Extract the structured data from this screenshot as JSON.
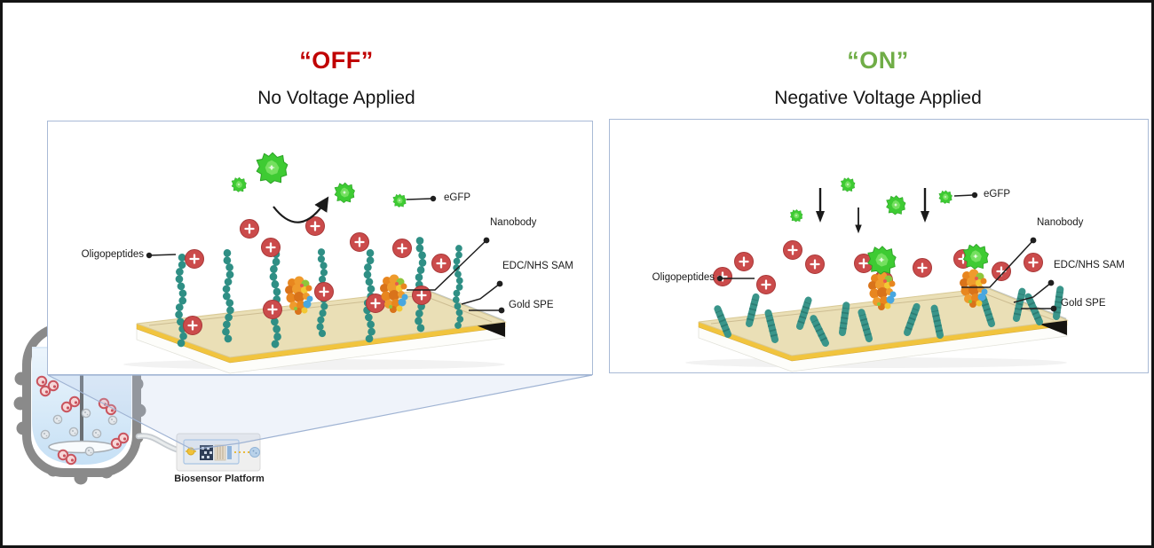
{
  "figure": {
    "states": {
      "off": {
        "title": "“OFF”",
        "subtitle": "No Voltage Applied",
        "title_color": "#C00000"
      },
      "on": {
        "title": "“ON”",
        "subtitle": "Negative Voltage Applied",
        "title_color": "#70AD47"
      }
    },
    "panel_labels": {
      "oligopeptides": "Oligopeptides",
      "egfp": "eGFP",
      "nanobody": "Nanobody",
      "edc_nhs_sam": "EDC/NHS SAM",
      "gold_spe": "Gold SPE"
    },
    "bioreactor": {
      "platform_label": "Biosensor Platform"
    },
    "colors": {
      "off_red": "#C00000",
      "on_green": "#70AD47",
      "egfp_green": "#3ECB33",
      "peptide_teal": "#2F8F85",
      "ion_red": "#CB4B4B",
      "gold_stripe": "#F1C43E",
      "gold_surface": "#EADFB6",
      "spe_black": "#151310",
      "panel_border": "#A9BAD6",
      "funnel_blue": "#9FB3D3"
    }
  }
}
